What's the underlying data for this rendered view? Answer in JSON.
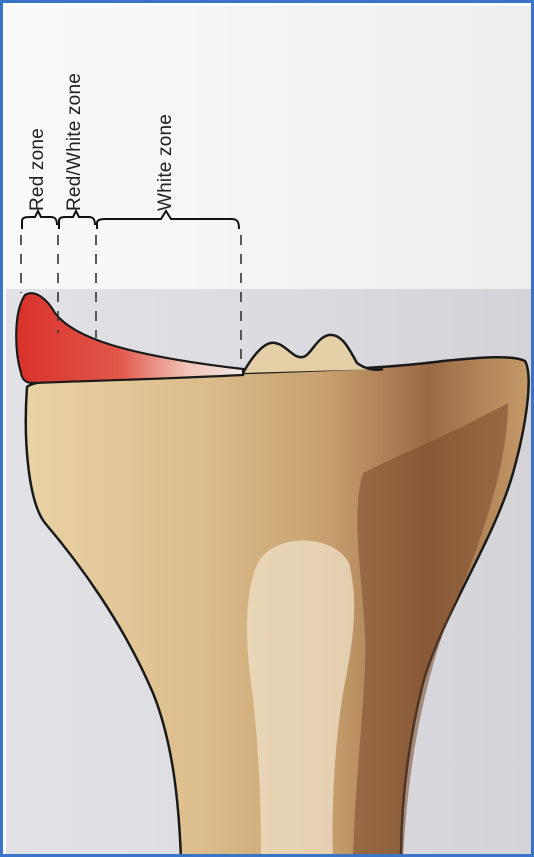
{
  "zones": {
    "red": "Red zone",
    "red_white": "Red/White zone",
    "white": "White zone"
  },
  "colors": {
    "frame": "#3a74c8",
    "meniscus_red": "#d8322a",
    "bone": "#d9b98a",
    "bone_shadow": "#8a5a38",
    "outline": "#1a1a1a"
  }
}
